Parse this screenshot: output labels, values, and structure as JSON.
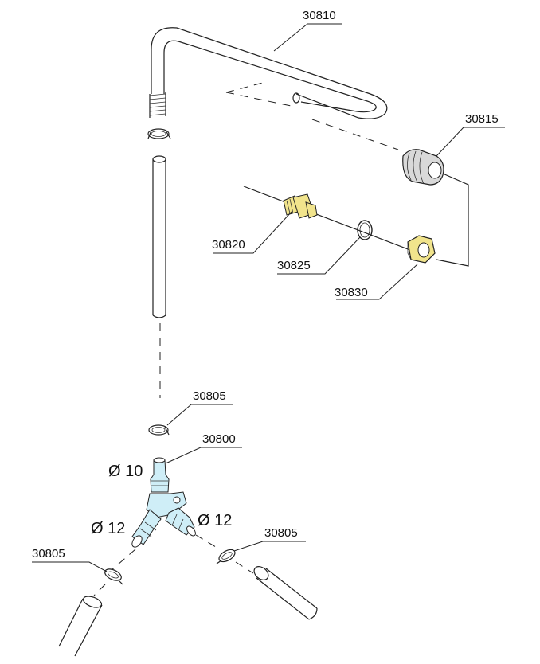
{
  "parts": {
    "tube": "30810",
    "grommet": "30815",
    "fitting": "30820",
    "washer": "30825",
    "nut": "30830",
    "clip_top": "30805",
    "t_piece": "30800",
    "clip_left": "30805",
    "clip_right": "30805"
  },
  "diameters": {
    "top": "Ø 10",
    "left": "Ø 12",
    "right": "Ø 12"
  },
  "colors": {
    "brass": "#f1e48c",
    "plastic_blue": "#cfeef7",
    "rubber_grey": "#d9d9d9"
  }
}
